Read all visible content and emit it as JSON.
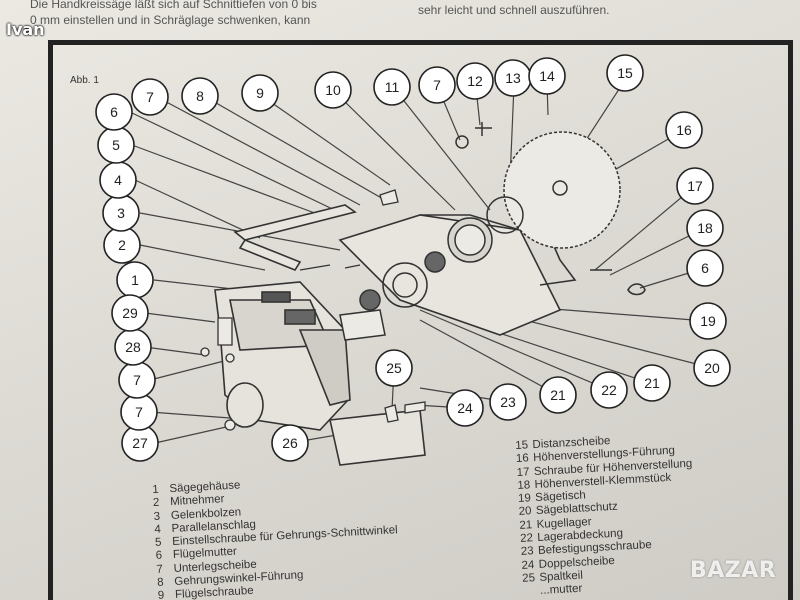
{
  "document": {
    "header_left_lines": [
      "Die Handkreissäge läßt sich auf Schnittiefen von 0 bis",
      "0 mm einstellen und in Schräglage schwenken, kann"
    ],
    "header_right": "sehr leicht und schnell auszuführen.",
    "figure_label": "Abb. 1"
  },
  "callouts": [
    "1",
    "2",
    "3",
    "4",
    "5",
    "6",
    "7",
    "8",
    "9",
    "10",
    "11",
    "7",
    "12",
    "13",
    "14",
    "15",
    "16",
    "17",
    "18",
    "6",
    "19",
    "20",
    "21",
    "22",
    "21",
    "23",
    "24",
    "25",
    "26",
    "27",
    "7",
    "7",
    "28",
    "29"
  ],
  "legend": {
    "left": [
      {
        "num": "1",
        "text": "Sägegehäuse"
      },
      {
        "num": "2",
        "text": "Mitnehmer"
      },
      {
        "num": "3",
        "text": "Gelenkbolzen"
      },
      {
        "num": "4",
        "text": "Parallelanschlag"
      },
      {
        "num": "5",
        "text": "Einstellschraube für Gehrungs-Schnittwinkel"
      },
      {
        "num": "6",
        "text": "Flügelmutter"
      },
      {
        "num": "7",
        "text": "Unterlegscheibe"
      },
      {
        "num": "8",
        "text": "Gehrungswinkel-Führung"
      },
      {
        "num": "9",
        "text": "Flügelschraube"
      }
    ],
    "right": [
      {
        "num": "15",
        "text": "Distanzscheibe"
      },
      {
        "num": "16",
        "text": "Höhenverstellungs-Führung"
      },
      {
        "num": "17",
        "text": "Schraube für Höhenverstellung"
      },
      {
        "num": "18",
        "text": "Höhenverstell-Klemmstück"
      },
      {
        "num": "19",
        "text": "Sägetisch"
      },
      {
        "num": "20",
        "text": "Sägeblattschutz"
      },
      {
        "num": "21",
        "text": "Kugellager"
      },
      {
        "num": "22",
        "text": "Lagerabdeckung"
      },
      {
        "num": "23",
        "text": "Befestigungsschraube"
      },
      {
        "num": "24",
        "text": "Doppelscheibe"
      },
      {
        "num": "25",
        "text": "Spaltkeil"
      },
      {
        "num": "",
        "text": "...mutter"
      }
    ]
  },
  "watermarks": {
    "user": "Ivan",
    "logo": "BAZAR"
  }
}
